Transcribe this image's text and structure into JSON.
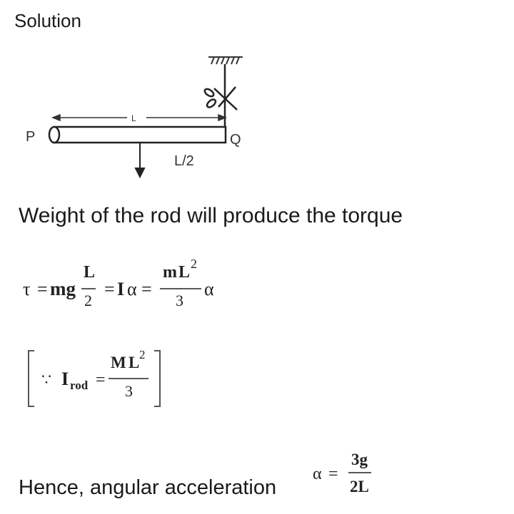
{
  "heading": "Solution",
  "figure": {
    "end_left": "P",
    "end_right": "Q",
    "length_label": "L",
    "half_length_label": "L/2"
  },
  "statement": "Weight of the rod will produce the torque",
  "equation1": {
    "tau": "τ",
    "eq": "=",
    "mg": "mg",
    "L": "L",
    "two": "2",
    "I": "I",
    "alpha": "α",
    "m": "m",
    "Lsq": "L",
    "sq": "2",
    "three": "3"
  },
  "equation2": {
    "because": "∵",
    "I": "I",
    "sub": "rod",
    "eq": "=",
    "M": "M",
    "Lsq": "L",
    "sq": "2",
    "three": "3"
  },
  "conclusion": "Hence, angular acceleration",
  "equation3": {
    "alpha": "α",
    "eq": "=",
    "num": "3g",
    "den": "2L"
  }
}
